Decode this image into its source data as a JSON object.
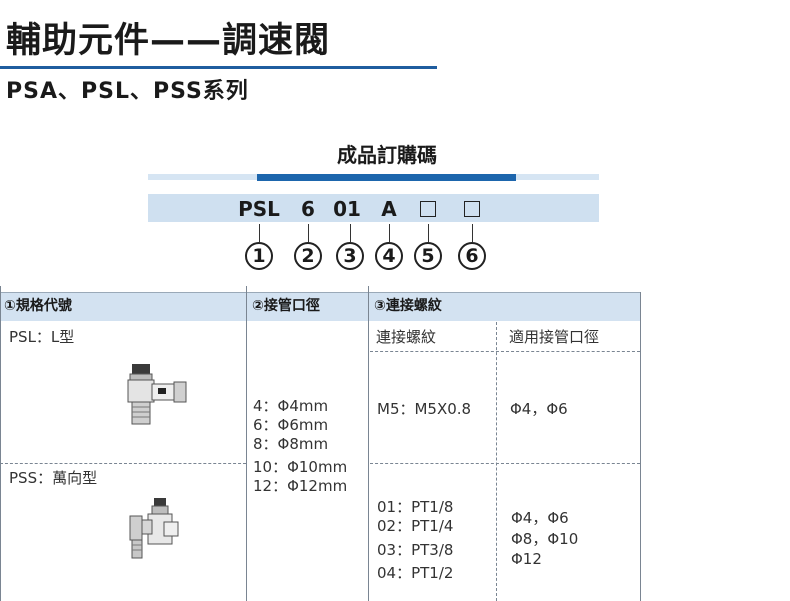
{
  "header": {
    "title": "輔助元件——調速閥",
    "subtitle": "PSA、PSL、PSS系列"
  },
  "order_code": {
    "title": "成品訂購碼",
    "parts": [
      "PSL",
      "6",
      "01",
      "A"
    ],
    "numbers": [
      "1",
      "2",
      "3",
      "4",
      "5",
      "6"
    ]
  },
  "table": {
    "headers": [
      "①規格代號",
      "②接管口徑",
      "③連接螺紋"
    ],
    "sub_headers": [
      "連接螺紋",
      "適用接管口徑"
    ],
    "models": [
      {
        "label": "PSL：L型",
        "image": "psl-l-type-fitting"
      },
      {
        "label": "PSS：萬向型",
        "image": "pss-universal-fitting"
      }
    ],
    "tube_sizes": [
      "4：Φ4mm",
      "6：Φ6mm",
      "8：Φ8mm",
      "10：Φ10mm",
      "12：Φ12mm"
    ],
    "rows": [
      {
        "thread": [
          "M5：M5X0.8"
        ],
        "tubes": [
          "Φ4，Φ6"
        ]
      },
      {
        "thread": [
          "01：PT1/8",
          "02：PT1/4",
          "03：PT3/8",
          "04：PT1/2"
        ],
        "tubes": [
          "Φ4，Φ6",
          "Φ8，Φ10",
          "Φ12"
        ]
      }
    ]
  },
  "colors": {
    "accent": "#1d66ad",
    "band": "#cfe0f0",
    "header_band": "#d3e2f1"
  }
}
